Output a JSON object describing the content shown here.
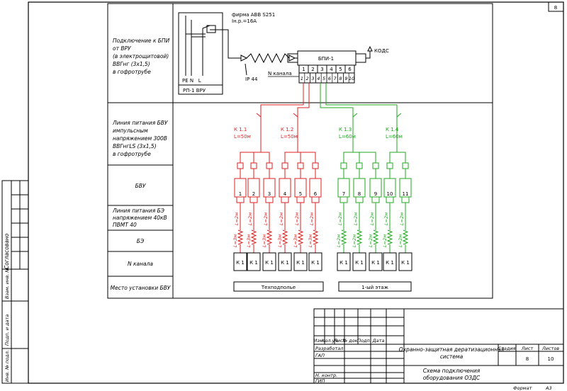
{
  "sheet_number": "8",
  "colors": {
    "red_line": "#dd2222",
    "green_line": "#22aa22",
    "frame": "#000000"
  },
  "row_labels": {
    "connection": [
      "Подключение к БПИ",
      "от ВРУ",
      "(в электрощитовой)",
      "ВВГнг (3х1,5)",
      "в гофротрубе"
    ],
    "bvu_line": [
      "Линия питания БВУ",
      "импульсным",
      "напряжением 300В",
      "ВВГнгLS (3х1,5)",
      "в гофротрубе"
    ],
    "bvu": "БВУ",
    "be_line": [
      "Линия питания БЭ",
      "напряжением 40кВ",
      "ПВМТ 40"
    ],
    "be": "БЭ",
    "channel": "N канала",
    "location": "Место установки БВУ"
  },
  "vru": {
    "breaker": "фирма ABB S251",
    "current": "Iн.р.=16А",
    "terminals": "PE N   L",
    "name": "РП-1 ВРУ",
    "ip": "IP 44"
  },
  "bpi": {
    "name": "БПИ-1",
    "kods": "КОДС",
    "channel": "N канала",
    "top_terminals": [
      "1",
      "2",
      "3",
      "4",
      "5",
      "6"
    ],
    "bottom_terminals": [
      "1",
      "2",
      "3",
      "4",
      "5",
      "6",
      "7",
      "8",
      "9",
      "10"
    ]
  },
  "cables": [
    {
      "name": "К 1.1",
      "length": "L=50м",
      "color": "red"
    },
    {
      "name": "К 1.2",
      "length": "L=50м",
      "color": "red"
    },
    {
      "name": "К 1.3",
      "length": "L=60м",
      "color": "green"
    },
    {
      "name": "К 1.4",
      "length": "L=60м",
      "color": "green"
    }
  ],
  "bvu_units": [
    {
      "num": "1",
      "l1": "L=2м",
      "l2": "L=3м",
      "channel": "К 1"
    },
    {
      "num": "2",
      "l1": "L=2м",
      "l2": "L=3м",
      "channel": "К 1"
    },
    {
      "num": "3",
      "l1": "L=2м",
      "l2": "L=3м",
      "channel": "К 1"
    },
    {
      "num": "4",
      "l1": "L=2м",
      "l2": "L=3м",
      "channel": "К 1"
    },
    {
      "num": "5",
      "l1": "L=2м",
      "l2": "L=3м",
      "channel": "К 1"
    },
    {
      "num": "6",
      "l1": "L=2м",
      "l2": "L=3м",
      "channel": "К 1"
    },
    {
      "num": "7",
      "l1": "L=2м",
      "l2": "L=2м",
      "channel": "К 1"
    },
    {
      "num": "8",
      "l1": "L=2м",
      "l2": "L=2м",
      "channel": "К 1"
    },
    {
      "num": "9",
      "l1": "L=2м",
      "l2": "L=2м",
      "channel": "К 1"
    },
    {
      "num": "10",
      "l1": "L=2м",
      "l2": "L=2м",
      "channel": "К 1"
    },
    {
      "num": "11",
      "l1": "L=2м",
      "l2": "L=2м",
      "channel": "К 1"
    }
  ],
  "locations": [
    "Техподполье",
    "1-ый этаж"
  ],
  "side_stamp": [
    "Согласовано",
    "Взам. инв. №",
    "Подп. и дата",
    "Инв. № подл."
  ],
  "title_block": {
    "headers": [
      "Изм.",
      "Кол.уч",
      "Лист",
      "№ док.",
      "Подп.",
      "Дата"
    ],
    "roles": [
      "Разработал",
      "ГАП",
      "",
      "",
      "Н. контр.",
      "ГИП"
    ],
    "system": "Охранно-защитная дератизационная система",
    "drawing": "Схема подключения оборудования ОЗДС",
    "stage_label": "Стадия",
    "sheet_label": "Лист",
    "sheets_label": "Листов",
    "sheet": "8",
    "sheets": "10"
  },
  "format": "Формат",
  "format_value": "А3"
}
